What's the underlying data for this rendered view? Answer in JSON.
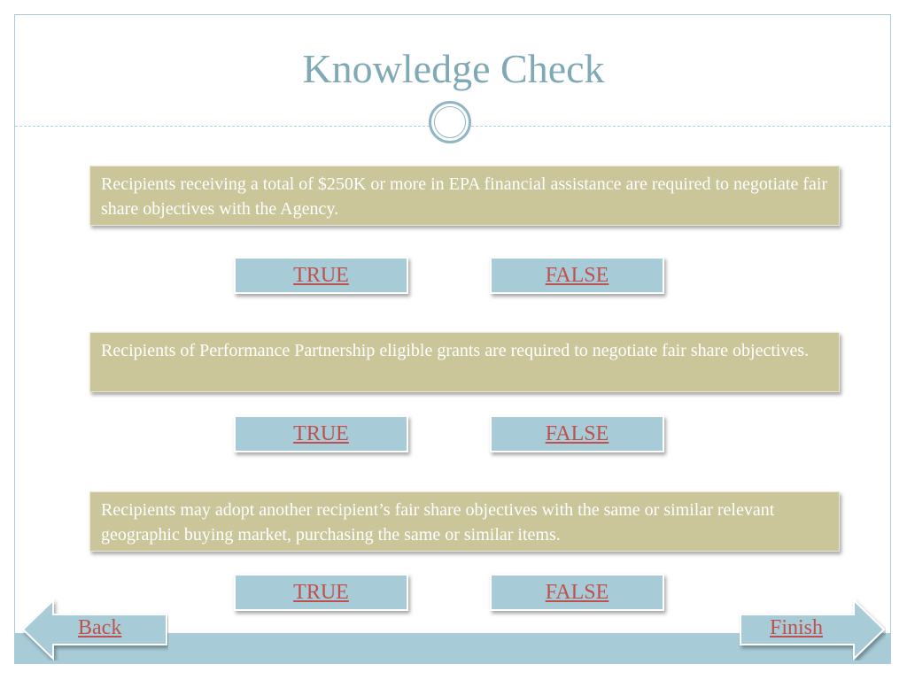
{
  "slide": {
    "title": "Knowledge Check"
  },
  "questions": [
    {
      "text": "Recipients receiving a total of $250K or more in EPA financial assistance are required to negotiate fair share objectives with the Agency.",
      "true_label": "TRUE",
      "false_label": "FALSE"
    },
    {
      "text": "Recipients of Performance Partnership eligible grants are required to negotiate fair share objectives.",
      "true_label": "TRUE",
      "false_label": "FALSE"
    },
    {
      "text": "Recipients may adopt another recipient’s fair share objectives with the same or similar relevant geographic buying market, purchasing the same or similar items.",
      "true_label": "TRUE",
      "false_label": "FALSE"
    }
  ],
  "navigation": {
    "back_label": "Back",
    "finish_label": "Finish"
  },
  "colors": {
    "title": "#7fa9b5",
    "question_bg": "#cbc59a",
    "button_bg": "#a7ccd7",
    "link_text": "#c0504d"
  }
}
